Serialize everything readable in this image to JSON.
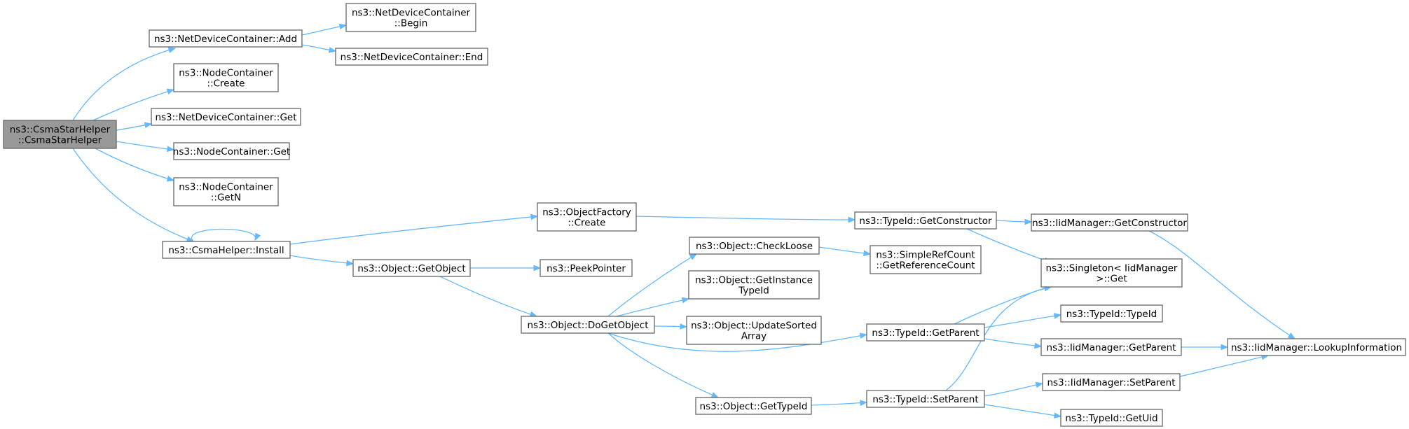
{
  "nodes": [
    {
      "id": "root",
      "lines": [
        "ns3::CsmaStarHelper",
        "::CsmaStarHelper"
      ],
      "root": true
    },
    {
      "id": "ndc_add",
      "lines": [
        "ns3::NetDeviceContainer::Add"
      ]
    },
    {
      "id": "ndc_begin",
      "lines": [
        "ns3::NetDeviceContainer",
        "::Begin"
      ]
    },
    {
      "id": "ndc_end",
      "lines": [
        "ns3::NetDeviceContainer::End"
      ]
    },
    {
      "id": "nc_create",
      "lines": [
        "ns3::NodeContainer",
        "::Create"
      ]
    },
    {
      "id": "ndc_get",
      "lines": [
        "ns3::NetDeviceContainer::Get"
      ]
    },
    {
      "id": "nc_get",
      "lines": [
        "ns3::NodeContainer::Get"
      ]
    },
    {
      "id": "nc_getn",
      "lines": [
        "ns3::NodeContainer",
        "::GetN"
      ]
    },
    {
      "id": "csma_install",
      "lines": [
        "ns3::CsmaHelper::Install"
      ]
    },
    {
      "id": "of_create",
      "lines": [
        "ns3::ObjectFactory",
        "::Create"
      ]
    },
    {
      "id": "obj_getobject",
      "lines": [
        "ns3::Object::GetObject"
      ]
    },
    {
      "id": "peekpointer",
      "lines": [
        "ns3::PeekPointer"
      ]
    },
    {
      "id": "obj_dogetobject",
      "lines": [
        "ns3::Object::DoGetObject"
      ]
    },
    {
      "id": "obj_checkloose",
      "lines": [
        "ns3::Object::CheckLoose"
      ]
    },
    {
      "id": "obj_getinstance",
      "lines": [
        "ns3::Object::GetInstance",
        "TypeId"
      ]
    },
    {
      "id": "obj_updatesorted",
      "lines": [
        "ns3::Object::UpdateSorted",
        "Array"
      ]
    },
    {
      "id": "obj_gettypeid",
      "lines": [
        "ns3::Object::GetTypeId"
      ]
    },
    {
      "id": "tid_getconstructor",
      "lines": [
        "ns3::TypeId::GetConstructor"
      ]
    },
    {
      "id": "src_getrefcount",
      "lines": [
        "ns3::SimpleRefCount",
        "::GetReferenceCount"
      ]
    },
    {
      "id": "tid_getparent",
      "lines": [
        "ns3::TypeId::GetParent"
      ]
    },
    {
      "id": "tid_setparent",
      "lines": [
        "ns3::TypeId::SetParent"
      ]
    },
    {
      "id": "iid_getconstructor",
      "lines": [
        "ns3::IidManager::GetConstructor"
      ]
    },
    {
      "id": "singleton_get",
      "lines": [
        "ns3::Singleton< IidManager",
        " >::Get"
      ]
    },
    {
      "id": "tid_typeid",
      "lines": [
        "ns3::TypeId::TypeId"
      ]
    },
    {
      "id": "iid_getparent",
      "lines": [
        "ns3::IidManager::GetParent"
      ]
    },
    {
      "id": "iid_setparent",
      "lines": [
        "ns3::IidManager::SetParent"
      ]
    },
    {
      "id": "tid_getuid",
      "lines": [
        "ns3::TypeId::GetUid"
      ]
    },
    {
      "id": "iid_lookup",
      "lines": [
        "ns3::IidManager::LookupInformation"
      ]
    }
  ],
  "edges": [
    {
      "from": "root",
      "to": "ndc_add"
    },
    {
      "from": "ndc_add",
      "to": "ndc_begin"
    },
    {
      "from": "ndc_add",
      "to": "ndc_end"
    },
    {
      "from": "root",
      "to": "nc_create"
    },
    {
      "from": "root",
      "to": "ndc_get"
    },
    {
      "from": "root",
      "to": "nc_get"
    },
    {
      "from": "root",
      "to": "nc_getn"
    },
    {
      "from": "root",
      "to": "csma_install"
    },
    {
      "from": "csma_install",
      "to": "csma_install"
    },
    {
      "from": "csma_install",
      "to": "of_create"
    },
    {
      "from": "csma_install",
      "to": "obj_getobject"
    },
    {
      "from": "of_create",
      "to": "tid_getconstructor"
    },
    {
      "from": "obj_getobject",
      "to": "peekpointer"
    },
    {
      "from": "obj_getobject",
      "to": "obj_dogetobject"
    },
    {
      "from": "obj_dogetobject",
      "to": "obj_checkloose"
    },
    {
      "from": "obj_dogetobject",
      "to": "obj_getinstance"
    },
    {
      "from": "obj_dogetobject",
      "to": "obj_updatesorted"
    },
    {
      "from": "obj_dogetobject",
      "to": "tid_getparent"
    },
    {
      "from": "obj_dogetobject",
      "to": "obj_gettypeid"
    },
    {
      "from": "obj_checkloose",
      "to": "src_getrefcount"
    },
    {
      "from": "obj_gettypeid",
      "to": "tid_setparent"
    },
    {
      "from": "tid_getconstructor",
      "to": "iid_getconstructor"
    },
    {
      "from": "tid_getconstructor",
      "to": "singleton_get"
    },
    {
      "from": "iid_getconstructor",
      "to": "iid_lookup"
    },
    {
      "from": "tid_getparent",
      "to": "singleton_get"
    },
    {
      "from": "tid_getparent",
      "to": "tid_typeid"
    },
    {
      "from": "tid_getparent",
      "to": "iid_getparent"
    },
    {
      "from": "iid_getparent",
      "to": "iid_lookup"
    },
    {
      "from": "tid_setparent",
      "to": "singleton_get"
    },
    {
      "from": "tid_setparent",
      "to": "iid_setparent"
    },
    {
      "from": "tid_setparent",
      "to": "tid_getuid"
    },
    {
      "from": "iid_setparent",
      "to": "iid_lookup"
    }
  ],
  "colors": {
    "edge": "#63b8ff",
    "node_border": "#666666",
    "root_fill": "#999999",
    "node_fill": "#ffffff"
  }
}
